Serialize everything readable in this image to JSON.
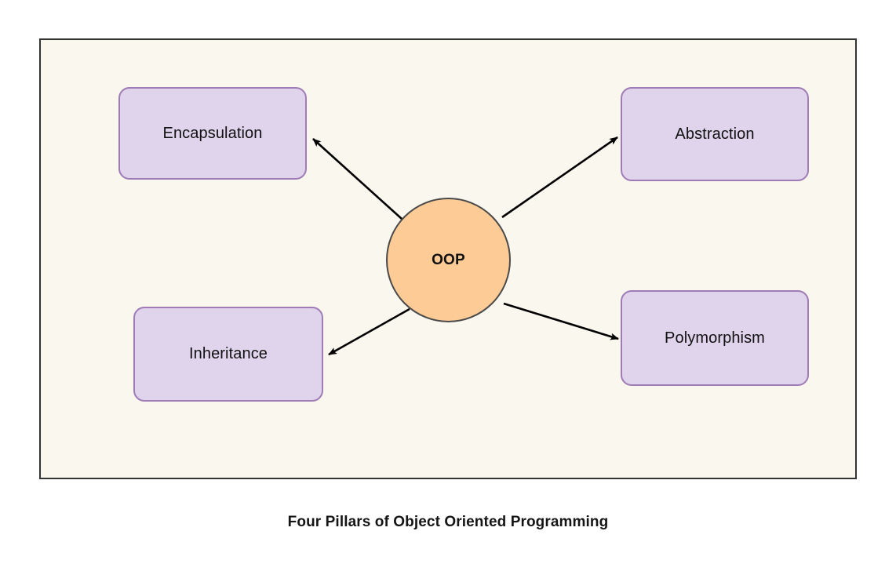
{
  "diagram": {
    "title": "Four Pillars of Object Oriented Programming",
    "center": {
      "label": "OOP",
      "shape": "circle",
      "fill": "#fccb96",
      "stroke": "#4a4a4a"
    },
    "canvas": {
      "background": "#faf7ef",
      "border_color": "#333333"
    },
    "node_style": {
      "fill": "#e0d3ec",
      "stroke": "#9f7cb6",
      "text_color": "#111111"
    },
    "edge_style": {
      "color": "#000000",
      "arrowhead": "triangle-filled"
    },
    "nodes": [
      {
        "id": "encapsulation",
        "label": "Encapsulation",
        "position": "top-left"
      },
      {
        "id": "abstraction",
        "label": "Abstraction",
        "position": "top-right"
      },
      {
        "id": "inheritance",
        "label": "Inheritance",
        "position": "bottom-left"
      },
      {
        "id": "polymorphism",
        "label": "Polymorphism",
        "position": "bottom-right"
      }
    ],
    "edges": [
      {
        "from": "OOP",
        "to": "Encapsulation",
        "direction": "one-way"
      },
      {
        "from": "OOP",
        "to": "Abstraction",
        "direction": "one-way"
      },
      {
        "from": "OOP",
        "to": "Inheritance",
        "direction": "one-way"
      },
      {
        "from": "OOP",
        "to": "Polymorphism",
        "direction": "one-way"
      }
    ]
  }
}
